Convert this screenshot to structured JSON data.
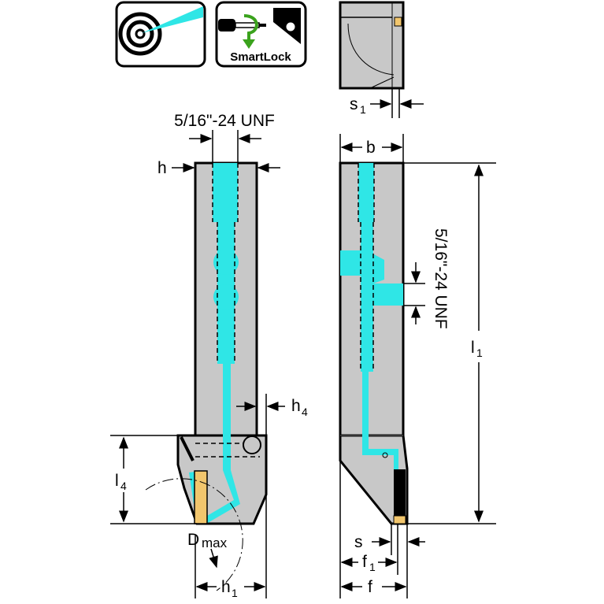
{
  "icons": {
    "coolant": {
      "name": "precision-coolant-icon"
    },
    "smartlock": {
      "label": "SmartLock"
    }
  },
  "labels": {
    "thread_side": "5/16\"-24 UNF",
    "thread_front": "5/16\"-24 UNF",
    "h": "h",
    "h4": "h",
    "h4_sub": "4",
    "l4": "l",
    "l4_sub": "4",
    "dmax": "D",
    "dmax_sub": "max",
    "h1": "h",
    "h1_sub": "1",
    "s1": "s",
    "s1_sub": "1",
    "b": "b",
    "l1": "l",
    "l1_sub": "1",
    "s": "s",
    "f1": "f",
    "f1_sub": "1",
    "f": "f"
  },
  "colors": {
    "body": "#c8c8c8",
    "coolant": "#2fe6e6",
    "insert": "#f2c66d",
    "arrow": "#3aa21c"
  }
}
